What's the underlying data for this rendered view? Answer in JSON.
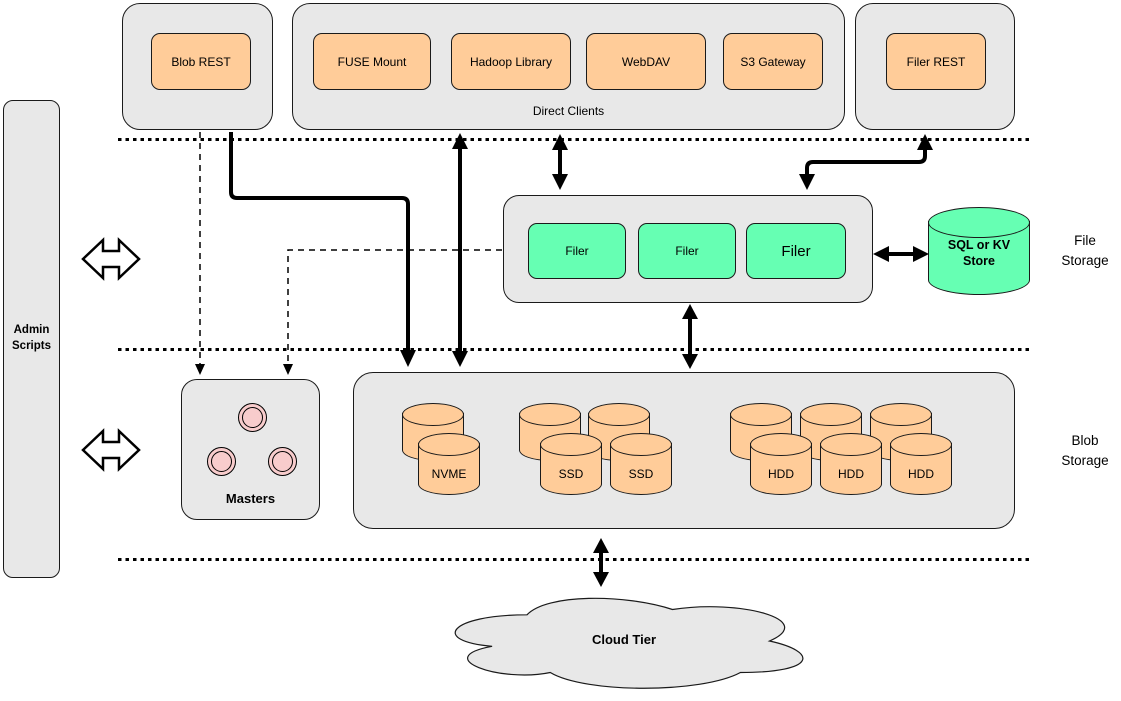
{
  "colors": {
    "node_orange": "#FFCC99",
    "node_green": "#66FFB3",
    "node_pink": "#F8CCCC",
    "container_gray": "#E8E8E8",
    "line_black": "#000000"
  },
  "admin": {
    "label": "Admin\nScripts"
  },
  "top_row": {
    "blob_rest": "Blob REST",
    "direct_clients_title": "Direct Clients",
    "clients": [
      "FUSE Mount",
      "Hadoop Library",
      "WebDAV",
      "S3 Gateway"
    ],
    "filer_rest": "Filer REST"
  },
  "file_storage": {
    "section_label": "File\nStorage",
    "filers": [
      "Filer",
      "Filer",
      "Filer"
    ],
    "kv_store_label": "SQL or KV\nStore"
  },
  "blob_storage": {
    "section_label": "Blob\nStorage",
    "masters_label": "Masters",
    "nvme": [
      "NVME"
    ],
    "ssd": [
      "SSD",
      "SSD"
    ],
    "hdd": [
      "HDD",
      "HDD",
      "HDD"
    ]
  },
  "cloud": {
    "label": "Cloud Tier"
  }
}
